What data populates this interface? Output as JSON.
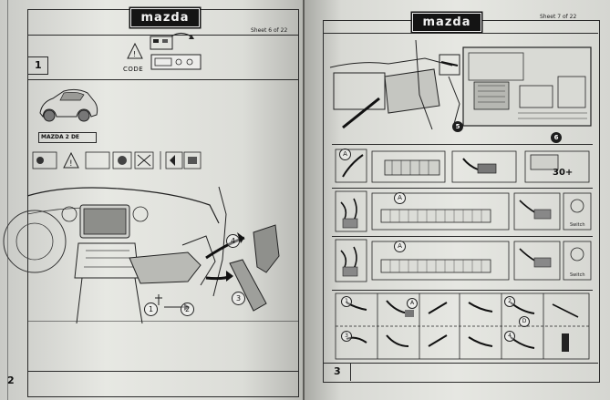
{
  "left_sheet": {
    "brand": "mazda",
    "sheet_label": "Sheet 6 of 22",
    "section_1_number": "1",
    "section_2_number": "2",
    "code_label": "CODE",
    "car_model_label": "MAZDA 2 DE",
    "callouts": [
      "1",
      "2",
      "3",
      "4"
    ]
  },
  "right_sheet": {
    "brand": "mazda",
    "sheet_label": "Sheet 7 of 22",
    "section_3_number": "3",
    "callouts": [
      "5",
      "6"
    ],
    "row_letters": [
      "A",
      "A",
      "A"
    ],
    "temp_label": "30+",
    "switch_labels": [
      "Switch",
      "Switch"
    ],
    "step_numbers": [
      "1",
      "2",
      "3",
      "4"
    ],
    "step_letters": [
      "A",
      "D"
    ]
  },
  "colors": {
    "line": "#2a2a2a",
    "logo_bg": "#141414",
    "paper": "#e4e5e0",
    "background": "#5c5c58"
  }
}
